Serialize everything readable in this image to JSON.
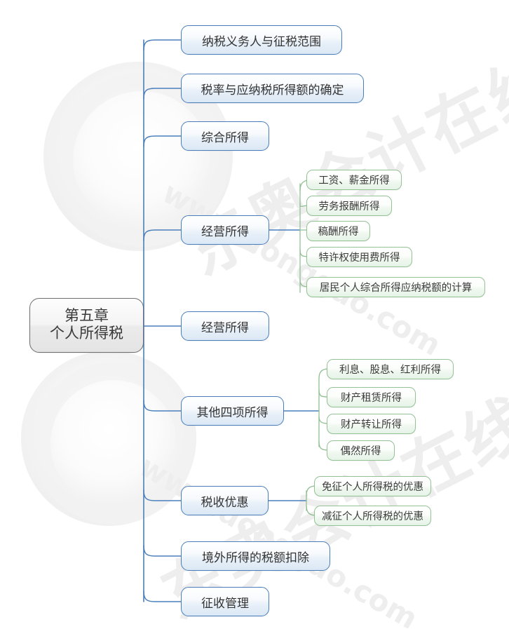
{
  "document": {
    "kind": "mindmap",
    "title": "第五章 个人所得税"
  },
  "watermark": {
    "brand_cn": "东奥会计在线",
    "url": "www.donggao.com",
    "color": "#eeeeee"
  },
  "colors": {
    "root_border": "#6e6e6e",
    "root_fill": "#f0f0f0",
    "level1_border": "#4a7ebb",
    "level1_fill": "#e3edf8",
    "level2_border": "#94c295",
    "level2_fill": "#eef7ee",
    "link_blue": "#4a7ebb",
    "link_green": "#8fbf90",
    "text": "#333333",
    "background": "#ffffff"
  },
  "root": {
    "line1": "第五章",
    "line2": "个人所得税"
  },
  "branches": [
    {
      "id": "b1",
      "label": "纳税义务人与征税范围",
      "children": []
    },
    {
      "id": "b2",
      "label": "税率与应纳税所得额的确定",
      "children": []
    },
    {
      "id": "b3",
      "label": "综合所得",
      "children": []
    },
    {
      "id": "b4",
      "label": "经营所得",
      "children": [
        {
          "id": "b4c1",
          "label": "工资、薪金所得"
        },
        {
          "id": "b4c2",
          "label": "劳务报酬所得"
        },
        {
          "id": "b4c3",
          "label": "稿酬所得"
        },
        {
          "id": "b4c4",
          "label": "特许权使用费所得"
        },
        {
          "id": "b4c5",
          "label": "居民个人综合所得应纳税额的计算"
        }
      ]
    },
    {
      "id": "b5",
      "label": "经营所得",
      "children": []
    },
    {
      "id": "b6",
      "label": "其他四项所得",
      "children": [
        {
          "id": "b6c1",
          "label": "利息、股息、红利所得"
        },
        {
          "id": "b6c2",
          "label": "财产租赁所得"
        },
        {
          "id": "b6c3",
          "label": "财产转让所得"
        },
        {
          "id": "b6c4",
          "label": "偶然所得"
        }
      ]
    },
    {
      "id": "b7",
      "label": "税收优惠",
      "children": [
        {
          "id": "b7c1",
          "label": "免征个人所得税的优惠"
        },
        {
          "id": "b7c2",
          "label": "减征个人所得税的优惠"
        }
      ]
    },
    {
      "id": "b8",
      "label": "境外所得的税额扣除",
      "children": []
    },
    {
      "id": "b9",
      "label": "征收管理",
      "children": []
    }
  ]
}
